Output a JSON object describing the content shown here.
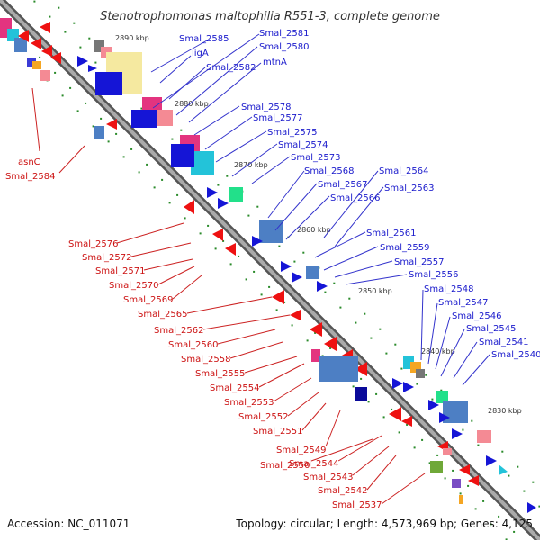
{
  "title": "Stenotrophomonas maltophilia R551-3, complete genome",
  "footer": {
    "accession": "Accession: NC_011071",
    "topology": "Topology: circular; Length: 4,573,969 bp; Genes: 4,125"
  },
  "kbp_markers": [
    "2890 kbp",
    "2880 kbp",
    "2870 kbp",
    "2860 kbp",
    "2850 kbp",
    "2840 kbp",
    "2830 kbp"
  ],
  "colors": {
    "forward_label": "#1a1acc",
    "reverse_label": "#cc1111",
    "backbone": "#777777",
    "tick": "#2a8a2a"
  },
  "forward_genes": [
    "Smal_2585",
    "ligA",
    "Smal_2582",
    "Smal_2581",
    "Smal_2580",
    "mtnA",
    "Smal_2578",
    "Smal_2577",
    "Smal_2575",
    "Smal_2574",
    "Smal_2573",
    "Smal_2568",
    "Smal_2567",
    "Smal_2566",
    "Smal_2564",
    "Smal_2563",
    "Smal_2561",
    "Smal_2559",
    "Smal_2557",
    "Smal_2556",
    "Smal_2548",
    "Smal_2547",
    "Smal_2546",
    "Smal_2545",
    "Smal_2541",
    "Smal_2540"
  ],
  "reverse_genes": [
    "asnC",
    "Smal_2584",
    "Smal_2576",
    "Smal_2572",
    "Smal_2571",
    "Smal_2570",
    "Smal_2569",
    "Smal_2565",
    "Smal_2562",
    "Smal_2560",
    "Smal_2558",
    "Smal_2555",
    "Smal_2554",
    "Smal_2553",
    "Smal_2552",
    "Smal_2551",
    "Smal_2549",
    "Smal_2550",
    "Smal_2544",
    "Smal_2543",
    "Smal_2542",
    "Smal_2537"
  ]
}
